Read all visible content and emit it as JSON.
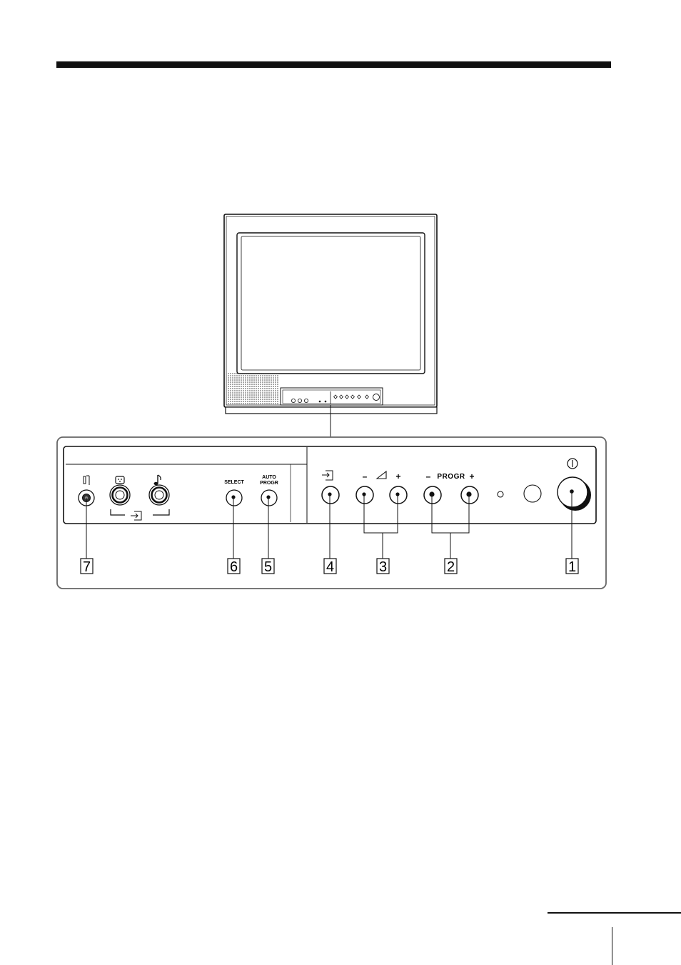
{
  "control_panel": {
    "select_label": "SELECT",
    "auto_progr_label_line1": "AUTO",
    "auto_progr_label_line2": "PROGR",
    "progr_label": "PROGR",
    "minus_sign": "–",
    "plus_sign": "+"
  },
  "callouts": [
    "1",
    "2",
    "3",
    "4",
    "5",
    "6",
    "7"
  ],
  "icons": {
    "headphones": "headphones-icon",
    "video_input": "video-input-icon",
    "audio_input": "audio-note-icon",
    "input_select": "input-arrow-icon",
    "volume": "volume-ramp-icon",
    "power": "power-icon"
  }
}
